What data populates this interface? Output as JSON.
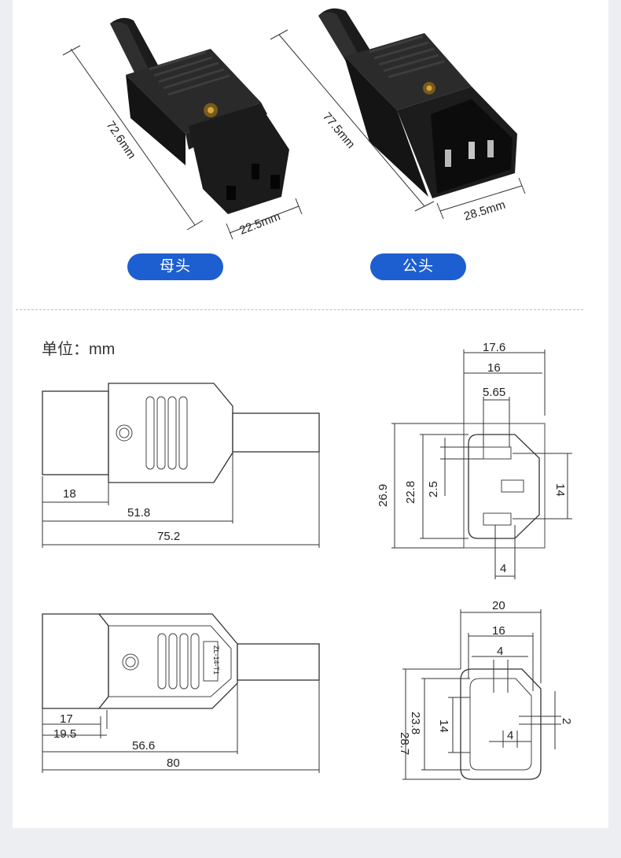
{
  "top": {
    "female": {
      "length": "72.6mm",
      "width": "22.5mm",
      "label": "母头"
    },
    "male": {
      "length": "77.5mm",
      "width": "28.5mm",
      "label": "公头"
    }
  },
  "unit_label": "单位：mm",
  "drawing_top_side": {
    "dims": [
      "18",
      "51.8",
      "75.2"
    ]
  },
  "drawing_top_front": {
    "dims": [
      "17.6",
      "16",
      "5.65",
      "26.9",
      "22.8",
      "2.5",
      "14",
      "4"
    ]
  },
  "drawing_bottom_side": {
    "model_text": "ZL-14-T1",
    "dims": [
      "17",
      "19.5",
      "56.6",
      "80"
    ]
  },
  "drawing_bottom_front": {
    "dims": [
      "20",
      "16",
      "4",
      "28.7",
      "23.8",
      "14",
      "4",
      "2"
    ]
  }
}
